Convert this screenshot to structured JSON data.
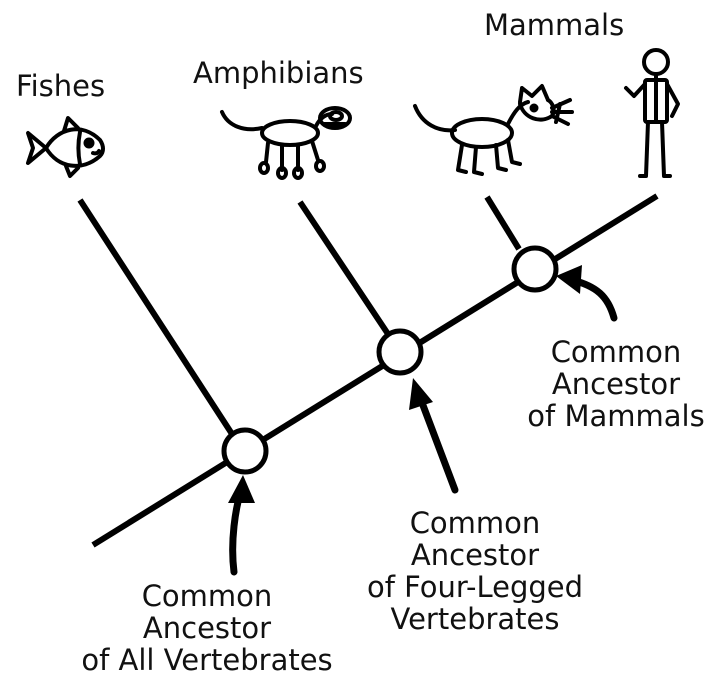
{
  "taxa": {
    "fishes": "Fishes",
    "amphibians": "Amphibians",
    "mammals": "Mammals"
  },
  "nodes": {
    "vertebrates": {
      "line1": "Common",
      "line2": "Ancestor",
      "line3": "of All Vertebrates"
    },
    "four_legged": {
      "line1": "Common",
      "line2": "Ancestor",
      "line3": "of Four-Legged",
      "line4": "Vertebrates"
    },
    "mammals": {
      "line1": "Common",
      "line2": "Ancestor",
      "line3": "of Mammals"
    }
  },
  "icons": [
    "fish-icon",
    "amphibian-icon",
    "cat-icon",
    "stick-figure-human-icon"
  ],
  "colors": {
    "ink": "#000000",
    "background": "#ffffff"
  }
}
